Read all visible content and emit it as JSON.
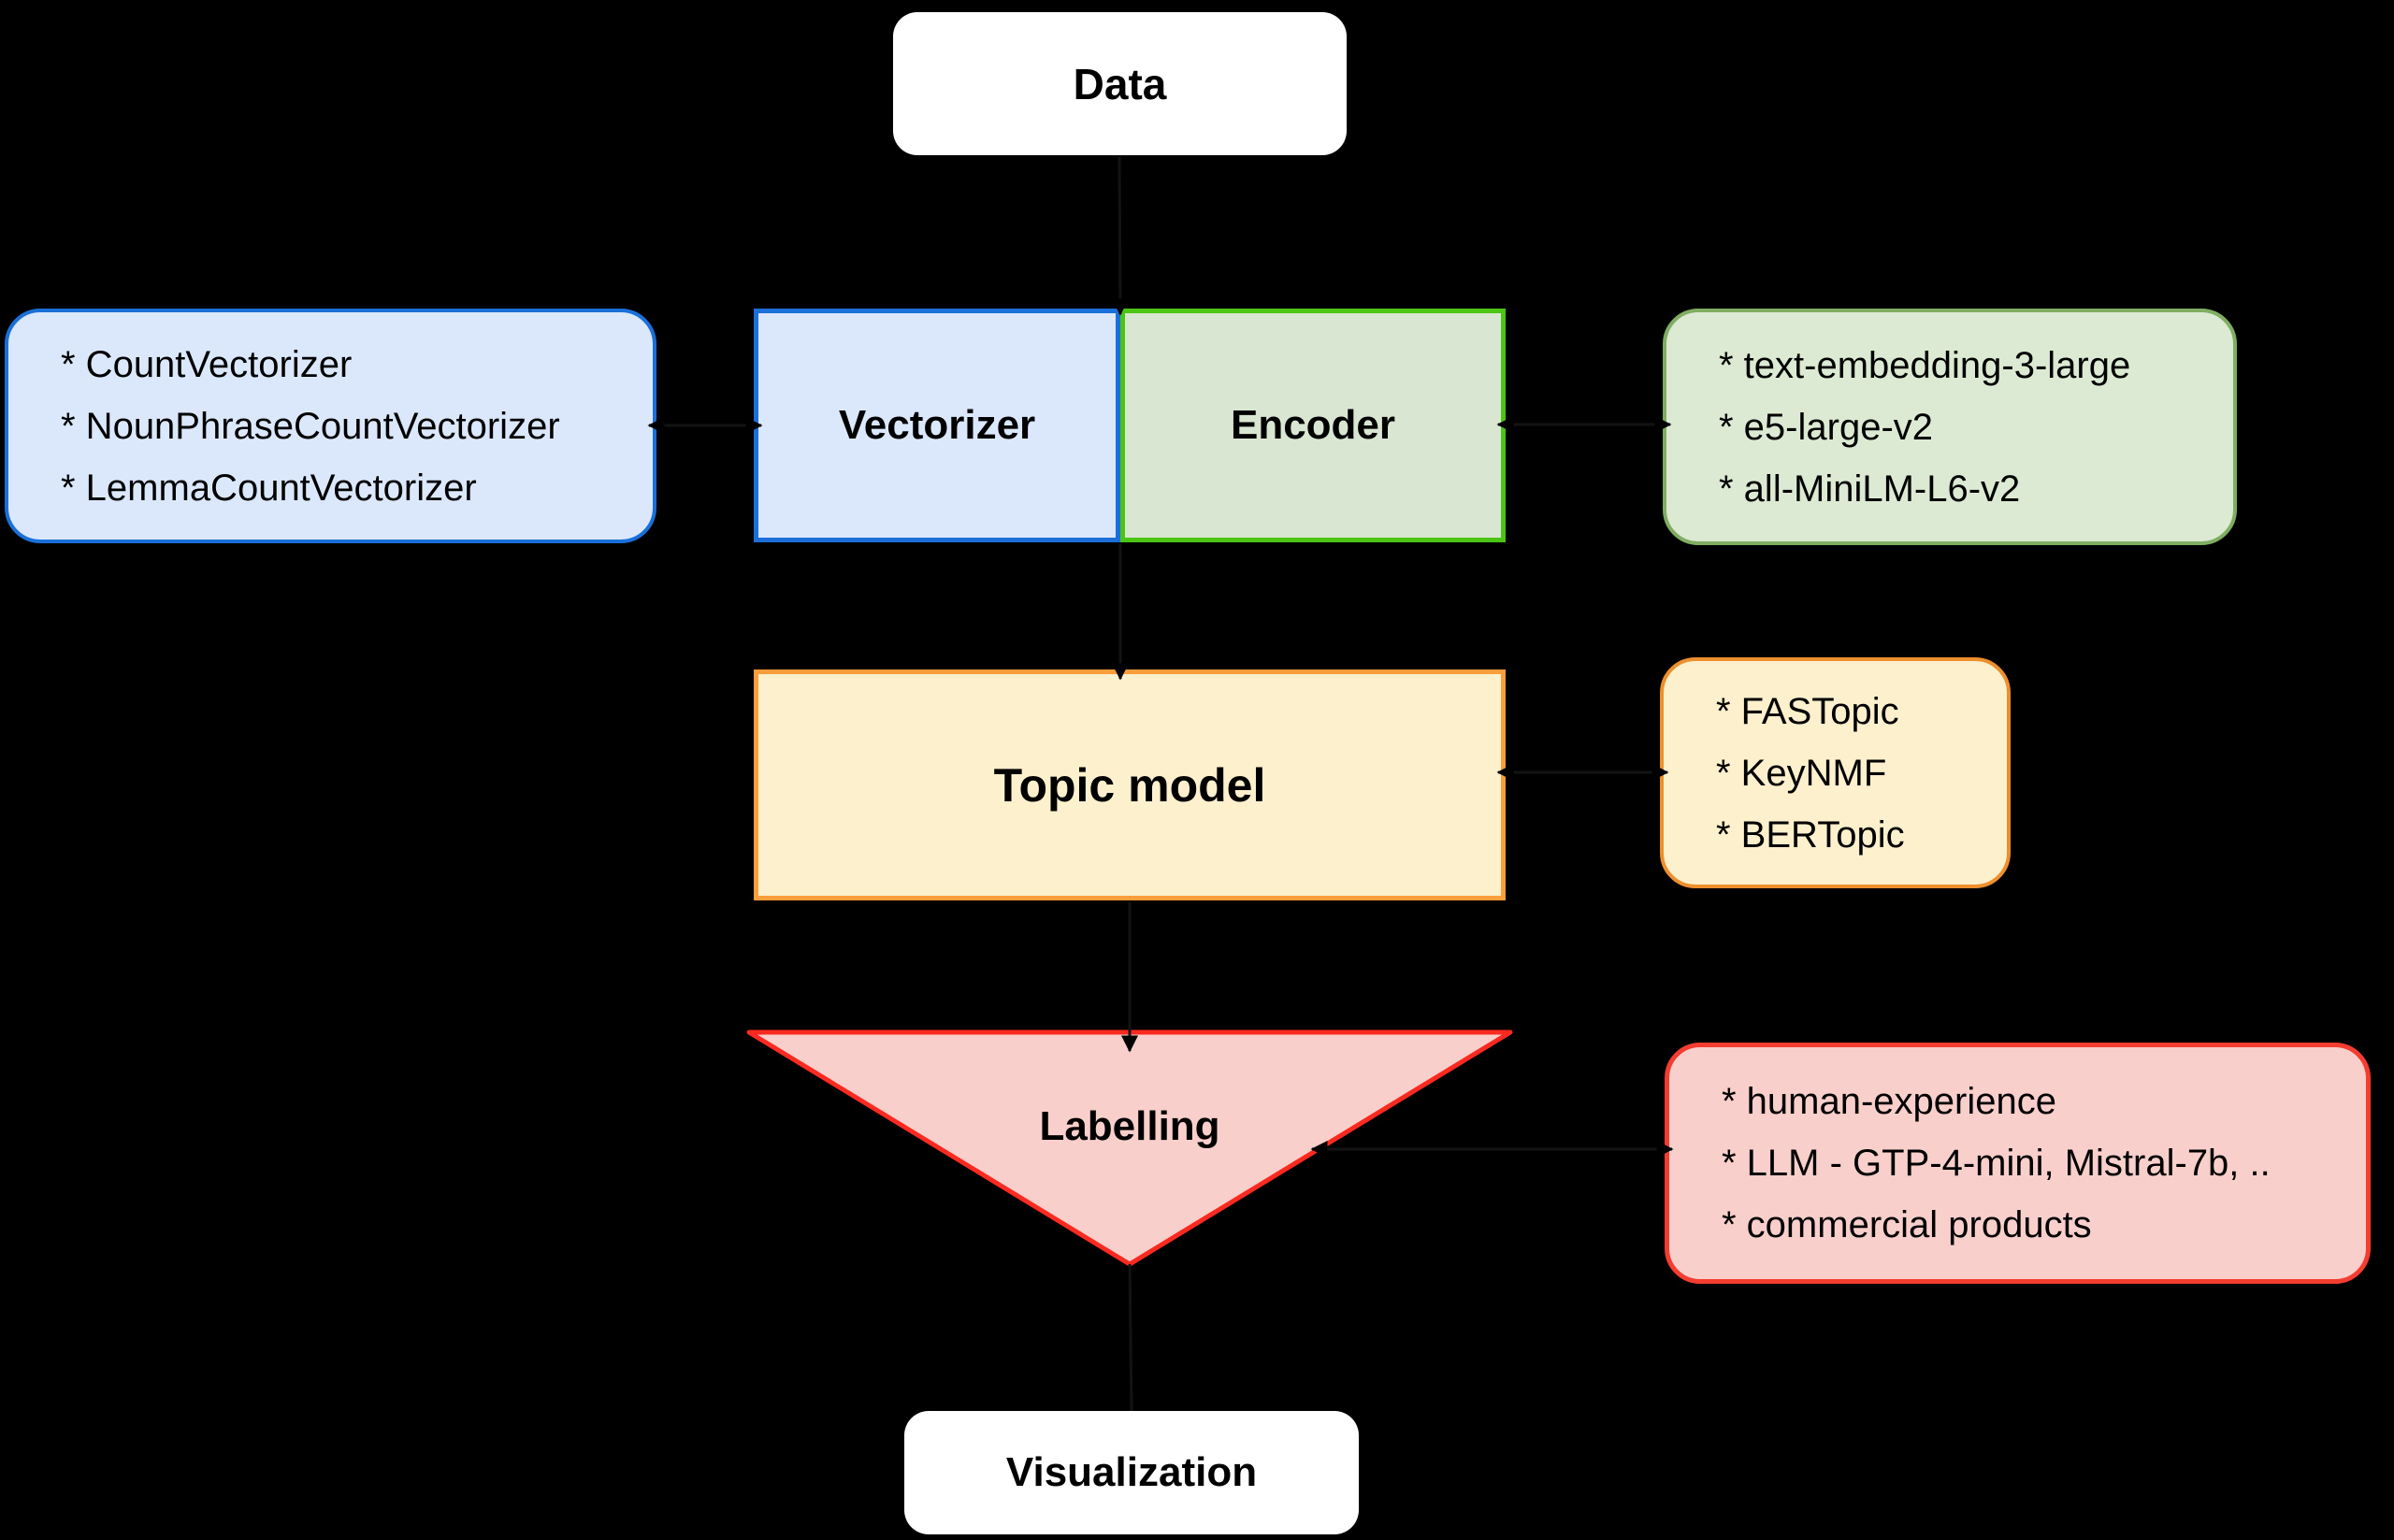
{
  "diagram": {
    "background": "#000000",
    "nodes": {
      "data": {
        "label": "Data",
        "fill": "#ffffff",
        "text_color": "#000000"
      },
      "vectorizer": {
        "label": "Vectorizer",
        "fill": "#dbe8fb",
        "border": "#1a6fd8"
      },
      "encoder": {
        "label": "Encoder",
        "fill": "#d8e6d2",
        "border": "#4cc414"
      },
      "topic_model": {
        "label": "Topic model",
        "fill": "#fdf0cc",
        "border": "#fa9d3b"
      },
      "labelling": {
        "label": "Labelling",
        "fill": "#f8cfcb",
        "border": "#fa2a21"
      },
      "visualization": {
        "label": "Visualization",
        "fill": "#ffffff",
        "text_color": "#000000"
      },
      "vectorizer_options": {
        "fill": "#dbe8fb",
        "border": "#1a6fd8",
        "items": [
          "* CountVectorizer",
          "* NounPhraseCountVectorizer",
          "* LemmaCountVectorizer"
        ]
      },
      "encoder_options": {
        "fill": "#dcead3",
        "border": "#7fae62",
        "items": [
          "* text-embedding-3-large",
          "* e5-large-v2",
          "* all-MiniLM-L6-v2"
        ]
      },
      "topic_model_options": {
        "fill": "#fdf0cc",
        "border": "#ed8f2c",
        "items": [
          "* FASTopic",
          "* KeyNMF",
          "* BERTopic"
        ]
      },
      "labelling_options": {
        "fill": "#f8cfcb",
        "border": "#f43c31",
        "items": [
          "* human-experience",
          "* LLM - GTP-4-mini, Mistral-7b, ..",
          "* commercial products"
        ]
      }
    },
    "connector_color": "#000000"
  }
}
